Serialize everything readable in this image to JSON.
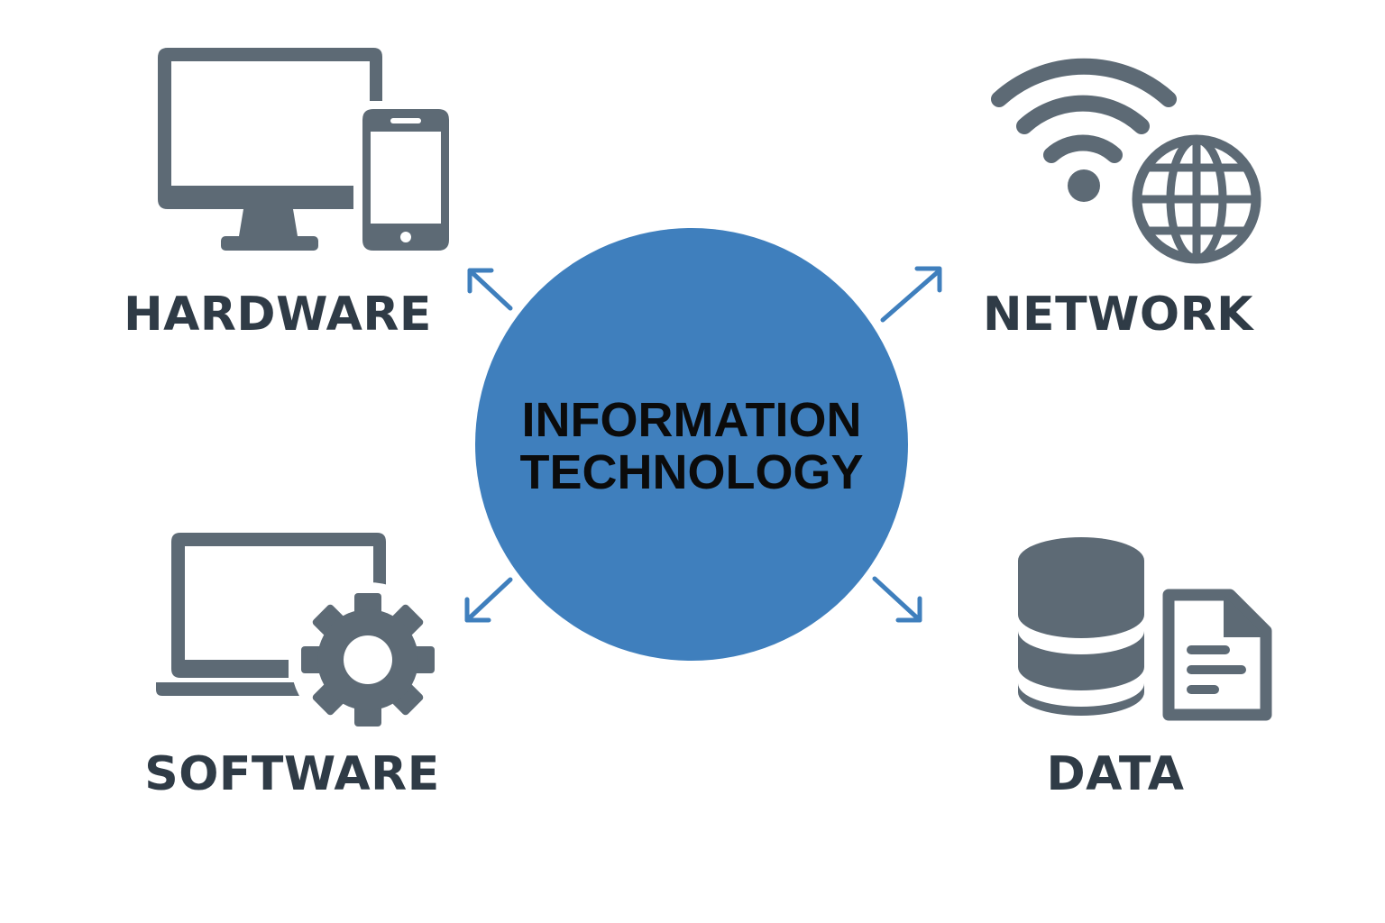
{
  "colors": {
    "center_fill": "#3f7fbd",
    "icon": "#5d6a75",
    "label": "#2f3b46",
    "arrow": "#3f7fbd",
    "center_text": "#0b0b0b"
  },
  "center": {
    "line1": "INFORMATION",
    "line2": "TECHNOLOGY"
  },
  "nodes": {
    "hardware": {
      "label": "HARDWARE",
      "icons": [
        "monitor-icon",
        "smartphone-icon"
      ]
    },
    "network": {
      "label": "NETWORK",
      "icons": [
        "wifi-icon",
        "globe-icon"
      ]
    },
    "software": {
      "label": "SOFTWARE",
      "icons": [
        "laptop-icon",
        "gear-icon"
      ]
    },
    "data": {
      "label": "DATA",
      "icons": [
        "database-icon",
        "document-icon"
      ]
    }
  }
}
